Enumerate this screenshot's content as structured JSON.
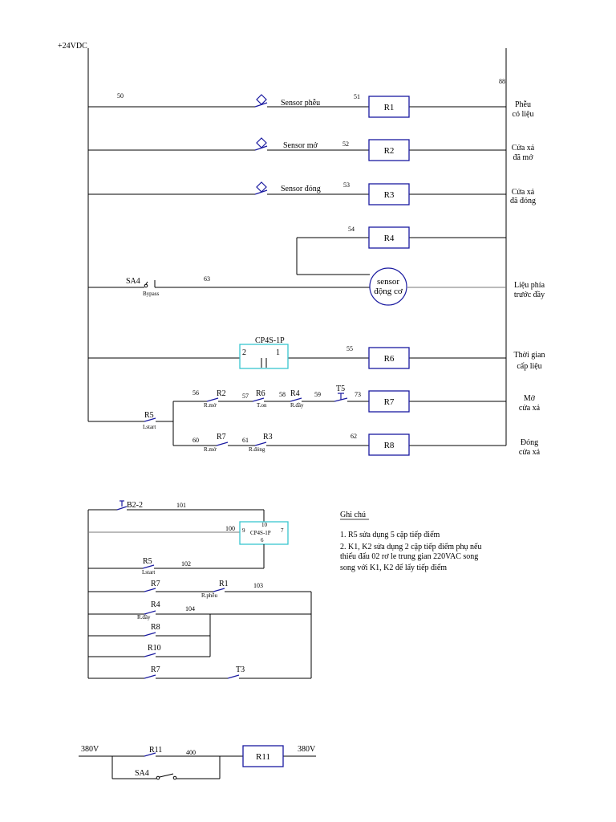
{
  "supply_label": "+24VDC",
  "right_rail_node": "88",
  "rungs": [
    {
      "wire_left": "50",
      "sensor": "Sensor phễu",
      "wire_right": "51",
      "coil": "R1",
      "desc": [
        "Phễu",
        "có liệu"
      ]
    },
    {
      "sensor": "Sensor mở",
      "wire_right": "52",
      "coil": "R2",
      "desc": [
        "Cửa xả",
        "đã mở"
      ]
    },
    {
      "sensor": "Sensor đóng",
      "wire_right": "53",
      "coil": "R3",
      "desc": [
        "Cửa xả",
        "đã đóng"
      ]
    },
    {
      "wire_right": "54",
      "coil": "R4",
      "desc": []
    },
    {
      "switch": "SA4",
      "switch_sub": "Bypass",
      "wire": "63",
      "coil": "sensor",
      "coil2": "động cơ",
      "desc": [
        "Liệu phía",
        "trước đầy"
      ]
    },
    {
      "timer": "CP4S-1P",
      "pin_a": "2",
      "pin_b": "1",
      "wire_right": "55",
      "coil": "R6",
      "desc": [
        "Thời gian",
        "cấp liệu"
      ]
    }
  ],
  "branch": {
    "contact": "R5",
    "contact_sub": "Lstart",
    "row1": {
      "wires": [
        "56",
        "57",
        "58",
        "59",
        "73"
      ],
      "contacts": [
        {
          "name": "R2",
          "sub": "R.mở"
        },
        {
          "name": "R6",
          "sub": "T.on"
        },
        {
          "name": "R4",
          "sub": "R.đầy"
        }
      ],
      "timer_contact": "T5",
      "coil": "R7",
      "desc": [
        "Mở",
        "cửa xả"
      ]
    },
    "row2": {
      "wires": [
        "60",
        "61",
        "62"
      ],
      "contacts": [
        {
          "name": "R7",
          "sub": "R.mở"
        },
        {
          "name": "R3",
          "sub": "R.đóng"
        }
      ],
      "coil": "R8",
      "desc": [
        "Đóng",
        "cửa xả"
      ]
    }
  },
  "circuit2": {
    "button": "B2-2",
    "wire_btn": "101",
    "wire_in": "100",
    "timer": "CP4S-1P",
    "pins": [
      "10",
      "9",
      "6",
      "7"
    ],
    "r5": "R5",
    "r5_sub": "Lstart",
    "wire_r5": "102",
    "r7": "R7",
    "r1": "R1",
    "r1_sub": "R.phễu",
    "wire_r1": "103",
    "r4": "R4",
    "r4_sub": "R.đầy",
    "wire_r4": "104",
    "r8": "R8",
    "r10": "R10",
    "r7b": "R7",
    "t3": "T3"
  },
  "notes": {
    "title": "Ghi chú",
    "lines": [
      "1. R5 sửa dụng 5 cặp tiếp điểm",
      "2. K1, K2  sửa dụng 2 cặp tiếp điểm phụ nếu",
      "thiếu đấu 02 rơ le trung gian 220VAC song",
      "song với K1, K2 để lấy tiếp điểm"
    ]
  },
  "circuit3": {
    "left_label": "380V",
    "right_label": "380V",
    "contact": "R11",
    "wire": "400",
    "coil": "R11",
    "switch": "SA4"
  }
}
